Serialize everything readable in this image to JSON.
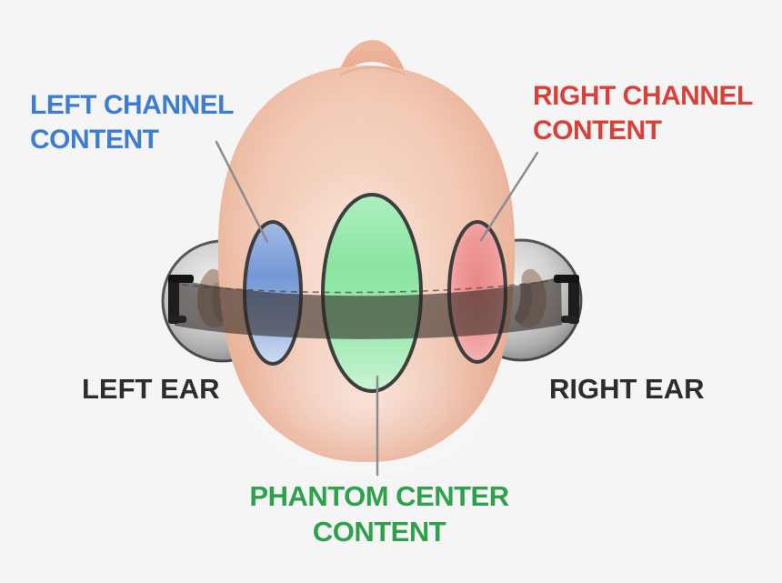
{
  "background_color": "#f5f5f6",
  "labels": {
    "left_channel": {
      "line1": "LEFT CHANNEL",
      "line2": "CONTENT",
      "color": "#3d7ed3"
    },
    "right_channel": {
      "line1": "RIGHT CHANNEL",
      "line2": "CONTENT",
      "color": "#d8403a"
    },
    "phantom_center": {
      "line1": "PHANTOM CENTER",
      "line2": "CONTENT",
      "color": "#2fa04c"
    },
    "left_ear": {
      "text": "LEFT EAR",
      "color": "#2d2d2d"
    },
    "right_ear": {
      "text": "RIGHT EAR",
      "color": "#2d2d2d"
    }
  },
  "diagram": {
    "head_skin_color": "#eec0aa",
    "headband_color": "#3a322d",
    "earcup_color": "#8f8f8f",
    "leader_line_color": "#8c8c8c",
    "zones": [
      {
        "name": "left-channel-zone",
        "color": "#7b9dd6"
      },
      {
        "name": "phantom-center-zone",
        "color": "#8ce6a1"
      },
      {
        "name": "right-channel-zone",
        "color": "#ef9b9a"
      }
    ]
  }
}
